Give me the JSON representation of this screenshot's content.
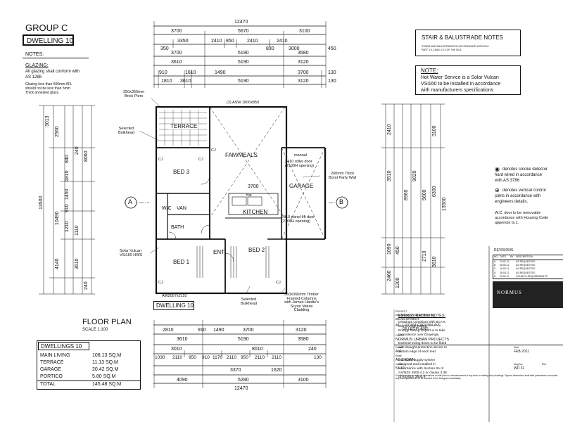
{
  "header": {
    "group": "GROUP C",
    "dwelling_tag": "DWELLING 10",
    "notes_title": "NOTES:",
    "glazing_title": "GLAZING:",
    "glazing_l1": "All glazing shall conform with",
    "glazing_l2": "AS 1288",
    "glazing_l3": "Glazing less than 500mm AFL",
    "glazing_l4": "should not be less than 5mm",
    "glazing_l5": "Thick annealed glass."
  },
  "stair_notes": {
    "title": "STAIR & BALUSTRADE NOTES",
    "l1": "STAIRS AND BALUSTRADES IN ACCORDANCE WITH BCA",
    "l2": "PART 3.9.1 AND 3.9.2 OF THE BCA"
  },
  "note_box": {
    "title": "NOTE:",
    "l1": "Hot Water Service is a Solar Vulcan",
    "l2": "VSi160 to be installed in accordance",
    "l3": "with manufacturers specifications"
  },
  "legend": {
    "smoke": "denotes smoke detector",
    "smoke2": "hard wired in accordance",
    "smoke3": "with AS 3786",
    "vent": "denotes vertical control",
    "vent2": "joints in accordance with",
    "vent3": "engineers details.",
    "wc1": "W.C. door to be removable",
    "wc2": "accordance with Housing Code",
    "wc3": "appendix G.1."
  },
  "dims_top": {
    "overall": "12470",
    "r1": [
      "3700",
      "5670",
      "3100"
    ],
    "r2": [
      "3350",
      "2410",
      "850",
      "2410",
      "2410"
    ],
    "r2b": [
      "350",
      "830",
      "3000",
      "450"
    ],
    "r3": [
      "3700",
      "5190",
      "3580"
    ],
    "r4": [
      "3610",
      "5190",
      "3120"
    ],
    "r5": [
      "910",
      "1610",
      "1490",
      "3700",
      "130"
    ],
    "r6": [
      "1810",
      "3610",
      "5190",
      "3120",
      "130"
    ]
  },
  "dims_bottom": {
    "r1": [
      "2810",
      "910",
      "1490",
      "3700",
      "3120"
    ],
    "r2": [
      "3610",
      "5190",
      "3580"
    ],
    "r3": [
      "3010",
      "8010",
      "240"
    ],
    "r4": [
      "1030",
      "2110",
      "950",
      "910",
      "1170",
      "2110",
      "950",
      "2110",
      "2110",
      "130"
    ],
    "r5": [
      "3370",
      "1620"
    ],
    "r6": [
      "4090",
      "5280",
      "3100"
    ],
    "overall": "12470"
  },
  "dims_left": [
    "3013",
    "2560",
    "240",
    "840",
    "1810",
    "1450",
    "910",
    "1210",
    "1110",
    "4140",
    "3610",
    "240",
    "13500",
    "10490",
    "8060"
  ],
  "dims_right": [
    "2410",
    "3100",
    "3510",
    "8960",
    "9020",
    "5600",
    "6300",
    "13500",
    "3610",
    "1090",
    "2460",
    "450",
    "1200",
    "2710"
  ],
  "rooms": {
    "terrace": "TERRACE",
    "fam_meals": "FAM/MEALS",
    "bed3": "BED 3",
    "wic": "W/C",
    "van": "VAN",
    "bath": "BATH",
    "ent": "ENT",
    "bed1": "BED 1",
    "bed2": "BED 2",
    "kitchen": "KITCHEN",
    "garage": "GARAGE",
    "garage_dim": "3700",
    "bar": "Bar"
  },
  "annotations": {
    "brick_piers": "350x350mm\nBrick Piers",
    "bulkhead1": "Selected\nBulkhead",
    "solar": "Solar Vulcan\nVSi160 HWS",
    "window_top": "(2) ASW 1800x850",
    "roller_door": "2410 roller door\n(2100H opening)",
    "panel_door": "2410 panel-lift door\n(2100H opening)",
    "party_wall": "260mm Thick\nBoral Party Wall",
    "bulkhead2": "Selected\nBulkhead",
    "timber_cols": "360x360mm Timber\nFramed Columns\nwith James Hardie's\nScyon Matrix\nCladding",
    "window_bottom": "AW2057x2110",
    "dwelling_bottom": "DWELLING 10",
    "grid_a": "A",
    "grid_b": "B",
    "cj": "CJ",
    "manual": "manual"
  },
  "floor_plan": {
    "title": "FLOOR PLAN",
    "scale": "SCALE 1:100"
  },
  "areas": {
    "title": "DWELLINGS 10",
    "rows": [
      {
        "label": "MAIN LIVING",
        "value": "108.13 SQ.M"
      },
      {
        "label": "TERRACE",
        "value": "11.13 SQ.M"
      },
      {
        "label": "GARAGE",
        "value": "20.42 SQ.M"
      },
      {
        "label": "PORTICO",
        "value": "5.80 SQ.M"
      },
      {
        "label": "TOTAL",
        "value": "145.48 SQ.M"
      }
    ]
  },
  "energy": {
    "title": "ENERGY RATING NOTES:",
    "lines": [
      "Drawings compliant with BCA 6",
      "Star Energy Rating",
      "Energy Rating Report is to take",
      "precedence over Drawings.",
      "",
      "External swing doors to be fitted",
      "with draught protection device to",
      "bottom edge of each leaf.",
      "",
      "Hot water supply system",
      "designed and installed in",
      "accordance with Section 8A of",
      "AS/NZS 3500.4.2 or clause 3.38",
      "of AS/NZS 3500.5"
    ]
  },
  "title_block": {
    "revisions": "REVISIONS",
    "rev_headers": [
      "NO",
      "DATE",
      "BY",
      "DESCRIPTION"
    ],
    "rev_rows": [
      [
        "A",
        "23.02.11",
        "",
        "AS REQUESTED"
      ],
      [
        "B",
        "08.03.11",
        "",
        "AS REQUESTED"
      ],
      [
        "C",
        "16.03.11",
        "",
        "AS REQUESTED"
      ],
      [
        "D",
        "28.03.11",
        "",
        "AS REQUESTED"
      ],
      [
        "E",
        "03.04.11",
        "",
        "COUNCIL REQUIREMENTS"
      ]
    ],
    "firm": "NORMUS",
    "project_label": "PROJECT",
    "project": "PROPOSED RESIDENTIAL\nDEVELOPMENT",
    "at_label": "AT:",
    "address": "LOT 40A CARONIA AVE\nGILLES PLAINS",
    "client_label": "CLIENT",
    "client": "NORMUS URBAN PROJECTS",
    "drawn_label": "Drawn",
    "drawn": "A.A",
    "date_label": "Date",
    "date": "FEB 2011",
    "scale_label": "Scale",
    "scale": "AS SHOWN",
    "job_label": "Job No.",
    "job": "53.10",
    "dwg_label": "Dwg No.",
    "dwg": "WD 31",
    "rev_label": "Rev",
    "fine_print": "Contractors are to verify all dimensions on site prior to commencement of any work or making shop drawings. Figured dimensions shall take precedence over scale. Any discrepancies are to be reported to the Designer immediately."
  }
}
